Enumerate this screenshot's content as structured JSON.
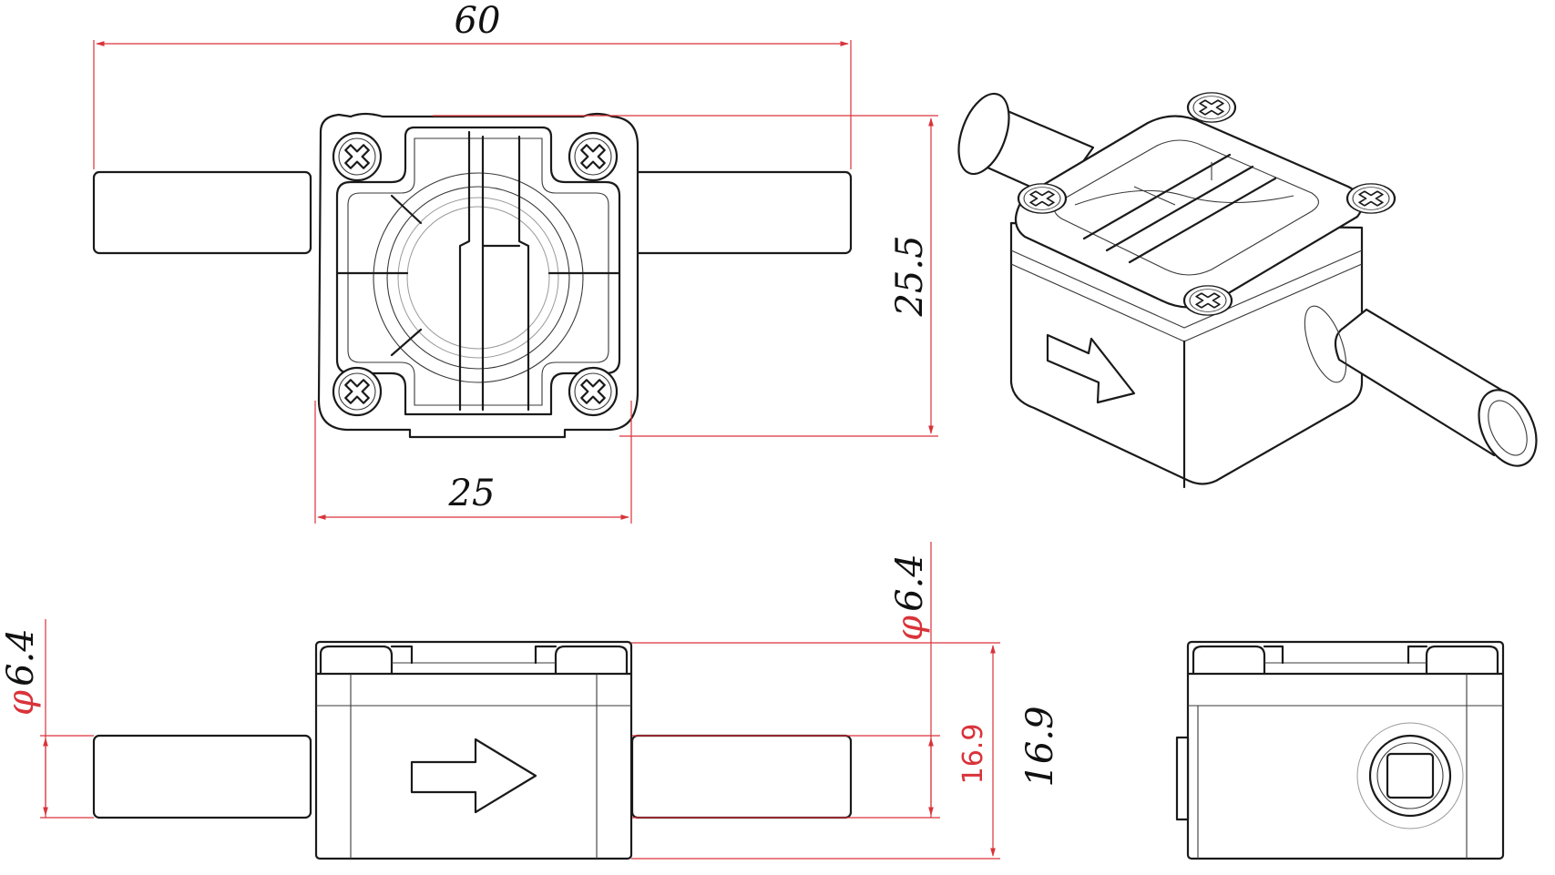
{
  "dimensions": {
    "overall_length": "60",
    "body_width": "25",
    "body_depth": "25.5",
    "body_height": "16.9",
    "pipe_offset": "16.9",
    "pipe_diameter_left": "6.4",
    "pipe_diameter_right": "6.4",
    "diameter_symbol": "φ"
  },
  "colors": {
    "outline": "#1a1a1a",
    "dimension_line": "#d9333a",
    "dimension_text": "#111111",
    "background": "#ffffff"
  },
  "icons": [
    "phillips-screw-icon",
    "flow-arrow-icon"
  ]
}
